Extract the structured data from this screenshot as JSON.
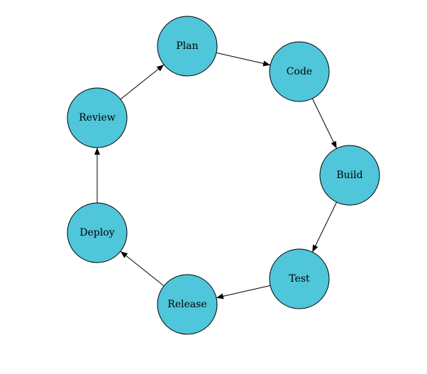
{
  "diagram": {
    "type": "cycle",
    "node_color": "#4fc6da",
    "edge_color": "#000000",
    "nodes": [
      {
        "id": "plan",
        "label": "Plan"
      },
      {
        "id": "code",
        "label": "Code"
      },
      {
        "id": "build",
        "label": "Build"
      },
      {
        "id": "test",
        "label": "Test"
      },
      {
        "id": "release",
        "label": "Release"
      },
      {
        "id": "deploy",
        "label": "Deploy"
      },
      {
        "id": "review",
        "label": "Review"
      }
    ],
    "edges": [
      {
        "from": "plan",
        "to": "code"
      },
      {
        "from": "code",
        "to": "build"
      },
      {
        "from": "build",
        "to": "test"
      },
      {
        "from": "test",
        "to": "release"
      },
      {
        "from": "release",
        "to": "deploy"
      },
      {
        "from": "deploy",
        "to": "review"
      },
      {
        "from": "review",
        "to": "plan"
      }
    ]
  }
}
